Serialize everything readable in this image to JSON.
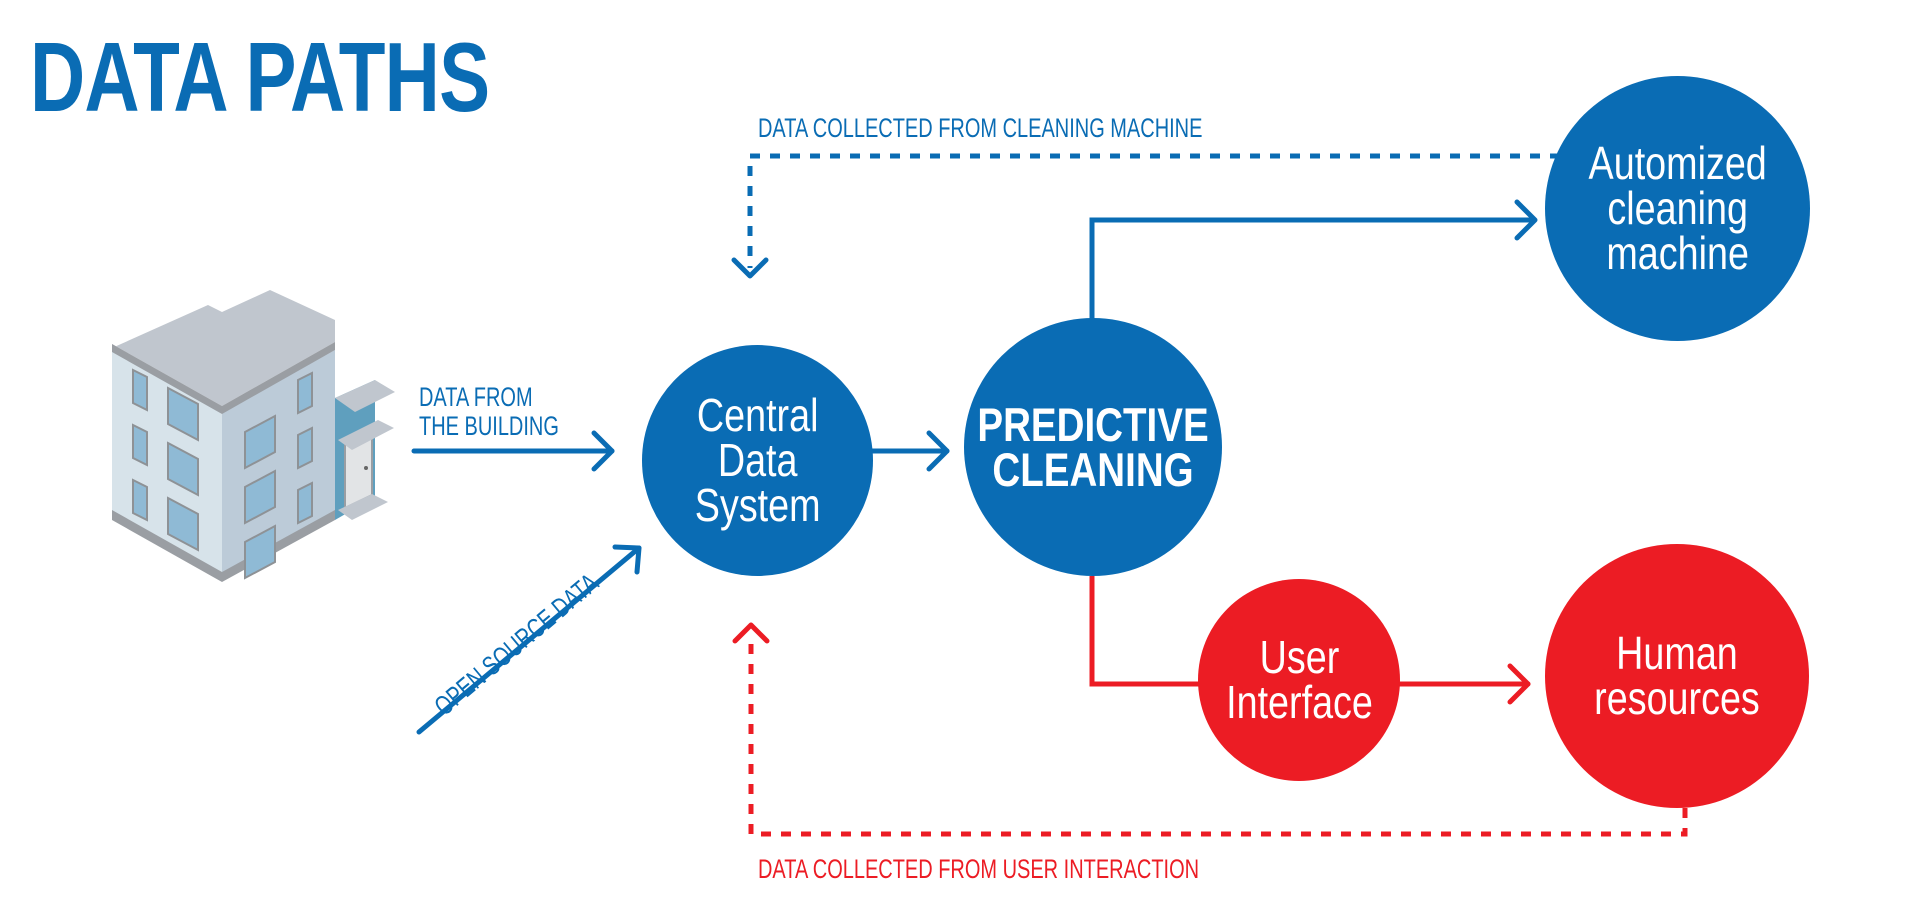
{
  "title": "DATA PATHS",
  "colors": {
    "blue": "#0a6cb4",
    "red": "#ec1c24"
  },
  "labels": {
    "from_building": [
      "DATA FROM",
      "THE BUILDING"
    ],
    "open_source": "OPEN SOURCE DATA",
    "from_machine": "DATA COLLECTED FROM CLEANING MACHINE",
    "from_user": "DATA COLLECTED FROM USER INTERACTION"
  },
  "nodes": {
    "building": {
      "icon": "building-icon"
    },
    "central": {
      "label": "Central\nData\nSystem"
    },
    "predictive": {
      "label": "PREDICTIVE\nCLEANING"
    },
    "machine": {
      "label": "Automized\ncleaning\nmachine"
    },
    "ui": {
      "label": "User\nInterface"
    },
    "hr": {
      "label": "Human\nresources"
    }
  },
  "edges": [
    {
      "from": "building",
      "to": "central",
      "label": "DATA FROM THE BUILDING",
      "style": "solid",
      "color": "blue"
    },
    {
      "from": "open-source",
      "to": "central",
      "label": "OPEN SOURCE DATA",
      "style": "solid",
      "color": "blue"
    },
    {
      "from": "central",
      "to": "predictive",
      "style": "solid",
      "color": "blue"
    },
    {
      "from": "predictive",
      "to": "machine",
      "style": "solid",
      "color": "blue"
    },
    {
      "from": "predictive",
      "to": "ui",
      "style": "solid",
      "color": "red"
    },
    {
      "from": "ui",
      "to": "hr",
      "style": "solid",
      "color": "red"
    },
    {
      "from": "machine",
      "to": "central",
      "label": "DATA COLLECTED FROM CLEANING MACHINE",
      "style": "dashed",
      "color": "blue"
    },
    {
      "from": "hr",
      "to": "central",
      "label": "DATA COLLECTED FROM USER INTERACTION",
      "style": "dashed",
      "color": "red"
    }
  ]
}
